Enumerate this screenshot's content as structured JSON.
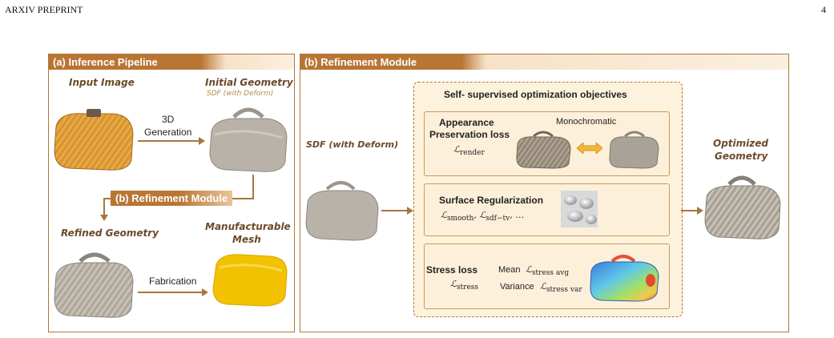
{
  "header": {
    "left": "ARXIV PREPRINT",
    "right": "4"
  },
  "panel_a": {
    "title": "(a) Inference Pipeline",
    "input_image": "Input Image",
    "initial_geometry": "Initial Geometry",
    "initial_sub": "SDF  (with Deform)",
    "generation_label_1": "3D",
    "generation_label_2": "Generation",
    "refinement_tag": "(b) Refinement Module",
    "refined_geometry": "Refined Geometry",
    "mesh_1": "Manufacturable",
    "mesh_2": "Mesh",
    "fabrication": "Fabrication"
  },
  "panel_b": {
    "title": "(b) Refinement Module",
    "sdf_label": "SDF (with Deform)",
    "objectives_title": "Self- supervised optimization objectives",
    "appearance_1": "Appearance",
    "appearance_2": "Preservation loss",
    "monochromatic": "Monochromatic",
    "l_render": "render",
    "surface": "Surface Regularization",
    "l_smooth": "smooth",
    "l_sdftv": "sdf−tv",
    "ellipsis": "…",
    "stress": "Stress loss",
    "l_stress": "stress",
    "mean": "Mean",
    "l_stress_avg": "stress avg",
    "variance": "Variance",
    "l_stress_var": "stress var",
    "optimized_1": "Optimized",
    "optimized_2": "Geometry"
  },
  "colors": {
    "accent": "#b87533",
    "border": "#b0763a",
    "box_fill": "#fdf2dc",
    "arrow": "#a8763c",
    "mesh_yellow": "#f2c200"
  }
}
